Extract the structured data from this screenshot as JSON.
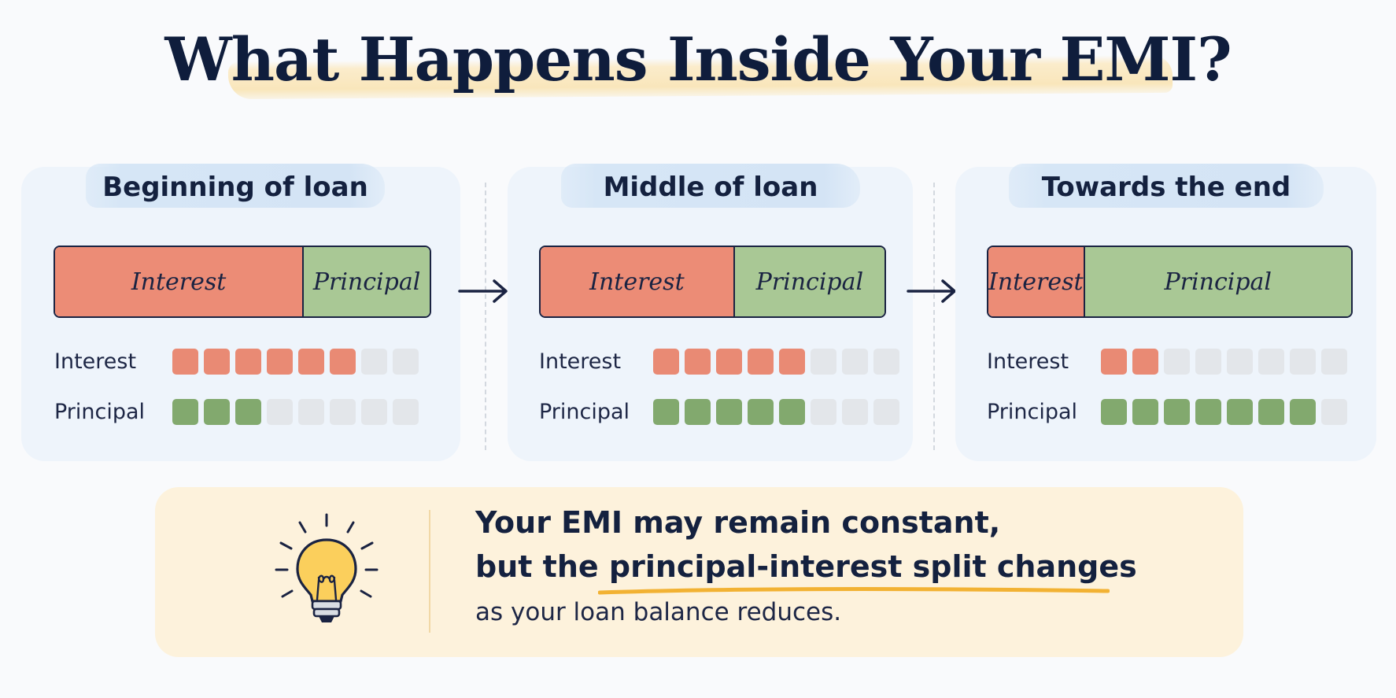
{
  "title": "What Happens Inside Your EMI?",
  "stages": [
    {
      "title": "Beginning of loan",
      "bar": {
        "interest_label": "Interest",
        "principal_label": "Principal",
        "interest_fraction": 0.66
      },
      "rows": [
        {
          "label": "Interest",
          "filled": 6,
          "total": 8,
          "kind": "interest"
        },
        {
          "label": "Principal",
          "filled": 3,
          "total": 8,
          "kind": "principal"
        }
      ]
    },
    {
      "title": "Middle of loan",
      "bar": {
        "interest_label": "Interest",
        "principal_label": "Principal",
        "interest_fraction": 0.56
      },
      "rows": [
        {
          "label": "Interest",
          "filled": 5,
          "total": 8,
          "kind": "interest"
        },
        {
          "label": "Principal",
          "filled": 5,
          "total": 8,
          "kind": "principal"
        }
      ]
    },
    {
      "title": "Towards the end",
      "bar": {
        "interest_label": "Interest",
        "principal_label": "Principal",
        "interest_fraction": 0.24
      },
      "rows": [
        {
          "label": "Interest",
          "filled": 2,
          "total": 8,
          "kind": "interest"
        },
        {
          "label": "Principal",
          "filled": 7,
          "total": 8,
          "kind": "principal"
        }
      ]
    }
  ],
  "tip": {
    "line1": "Your EMI may remain constant,",
    "line2_prefix": "but the ",
    "line2_highlight": "principal-interest split changes",
    "line3": "as your loan balance reduces."
  },
  "icons": {
    "tip_icon": "lightbulb-icon",
    "arrow_icon": "arrow-right-icon"
  },
  "colors": {
    "interest": "#ec8c76",
    "principal": "#a9c895",
    "interest_square": "#e98a74",
    "principal_square": "#82a96e",
    "empty_square": "#e3e6ea",
    "highlight": "#f2b233"
  }
}
